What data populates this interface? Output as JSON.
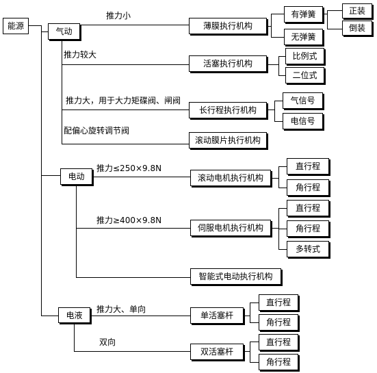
{
  "root": "能源",
  "pneumatic": {
    "label": "气动",
    "branch_thin": {
      "cond": "推力小",
      "name": "薄膜执行机构",
      "spring": "有弹簧",
      "no_spring": "无弹簧",
      "mount_direct": "正装",
      "mount_reverse": "倒装"
    },
    "branch_piston": {
      "cond": "推力较大",
      "name": "活塞执行机构",
      "proportional": "比例式",
      "two_position": "二位式"
    },
    "branch_long": {
      "cond": "推力大，用于大力矩碟阀、闸阀",
      "name": "长行程执行机构",
      "pneumatic_signal": "气信号",
      "electric_signal": "电信号"
    },
    "branch_rolling": {
      "cond": "配偏心旋转调节阀",
      "name": "滚动膜片执行机构"
    }
  },
  "electric": {
    "label": "电动",
    "branch_motor": {
      "cond": "推力≤250×9.8N",
      "name": "滚动电机执行机构",
      "straight": "直行程",
      "angular": "角行程"
    },
    "branch_servo": {
      "cond": "推力≥400×9.8N",
      "name": "伺服电机执行机构",
      "straight": "直行程",
      "angular": "角行程",
      "multiturn": "多转式"
    },
    "branch_smart": {
      "name": "智能式电动执行机构"
    }
  },
  "hydraulic": {
    "label": "电液",
    "branch_single": {
      "cond": "推力大、单向",
      "name": "单活塞杆",
      "straight": "直行程",
      "angular": "角行程"
    },
    "branch_double": {
      "cond": "双向",
      "name": "双活塞杆",
      "straight": "直行程",
      "angular": "角行程"
    }
  }
}
